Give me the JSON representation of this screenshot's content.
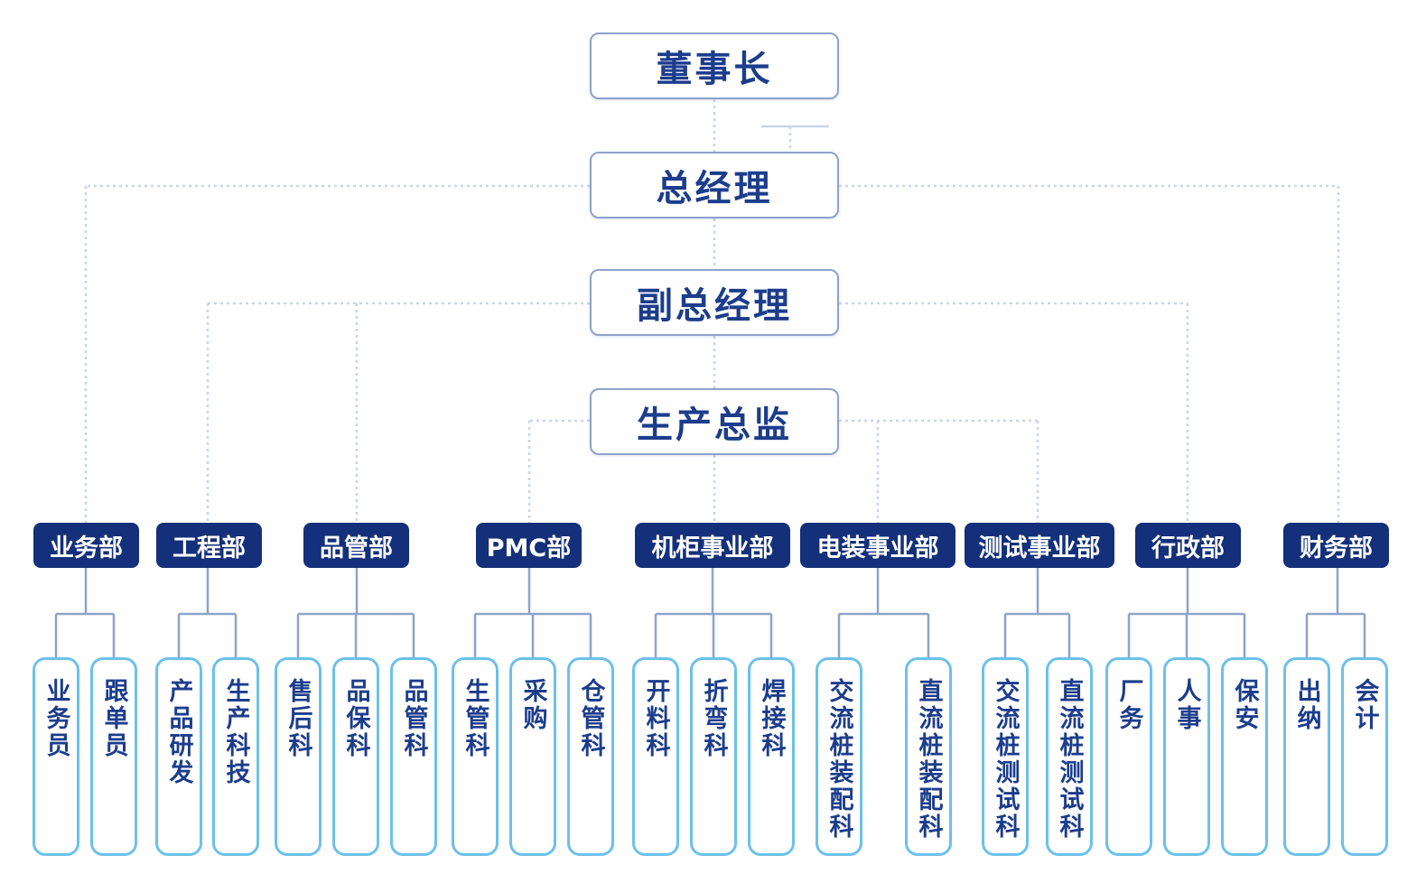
{
  "executives": {
    "chairman": "董事长",
    "general_manager": "总经理",
    "deputy_gm": "副总经理",
    "production_director": "生产总监"
  },
  "departments": [
    {
      "name": "业务部",
      "children": [
        "业务员",
        "跟单员"
      ]
    },
    {
      "name": "工程部",
      "children": [
        "产品研发",
        "生产科技"
      ]
    },
    {
      "name": "品管部",
      "children": [
        "售后科",
        "品保科",
        "品管科"
      ]
    },
    {
      "name": "PMC部",
      "children": [
        "生管科",
        "采购",
        "仓管科"
      ]
    },
    {
      "name": "机柜事业部",
      "children": [
        "开料科",
        "折弯科",
        "焊接科"
      ]
    },
    {
      "name": "电装事业部",
      "children": [
        "交流桩装配科",
        "直流桩装配科"
      ]
    },
    {
      "name": "测试事业部",
      "children": [
        "交流桩测试科",
        "直流桩测试科"
      ]
    },
    {
      "name": "行政部",
      "children": [
        "厂务",
        "人事",
        "保安"
      ]
    },
    {
      "name": "财务部",
      "children": [
        "出纳",
        "会计"
      ]
    }
  ],
  "colors": {
    "executive_border": "#8fa2c9",
    "executive_text": "#1c3d8c",
    "department_fill": "#14307a",
    "sub_border": "#6cc1ea",
    "connector": "#c9d6ea",
    "tree_line": "#8fa2c9"
  }
}
